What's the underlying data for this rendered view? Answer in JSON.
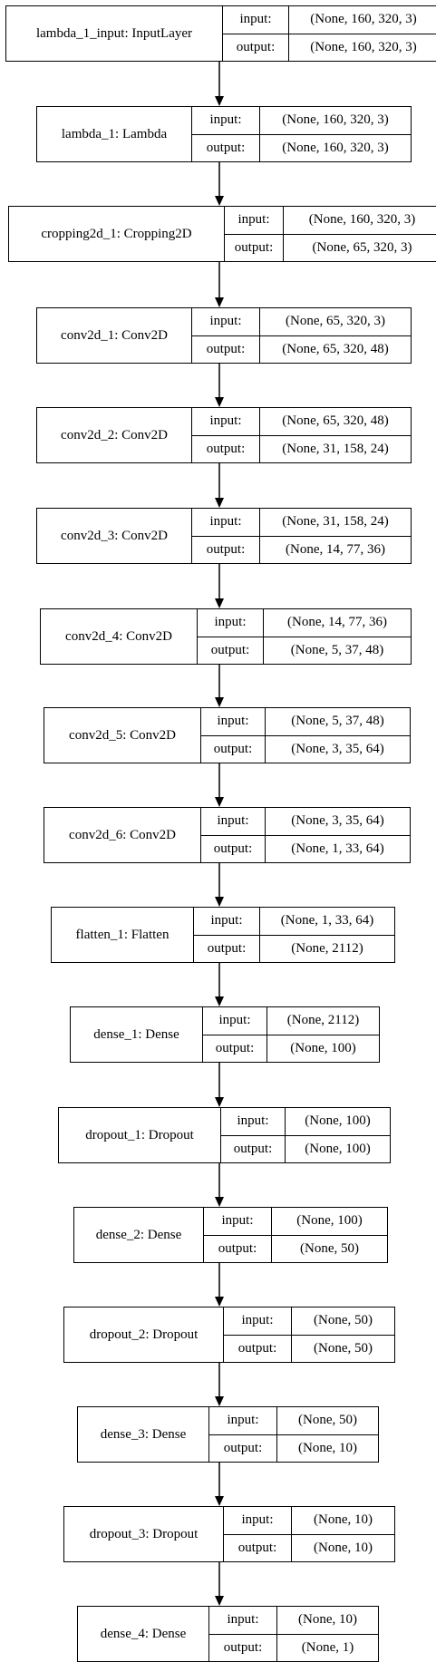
{
  "diagram": {
    "labels": {
      "input": "input:",
      "output": "output:"
    },
    "layers": [
      {
        "name": "lambda_1_input: InputLayer",
        "input": "(None, 160, 320, 3)",
        "output": "(None, 160, 320, 3)"
      },
      {
        "name": "lambda_1: Lambda",
        "input": "(None, 160, 320, 3)",
        "output": "(None, 160, 320, 3)"
      },
      {
        "name": "cropping2d_1: Cropping2D",
        "input": "(None, 160, 320, 3)",
        "output": "(None, 65, 320, 3)"
      },
      {
        "name": "conv2d_1: Conv2D",
        "input": "(None, 65, 320, 3)",
        "output": "(None, 65, 320, 48)"
      },
      {
        "name": "conv2d_2: Conv2D",
        "input": "(None, 65, 320, 48)",
        "output": "(None, 31, 158, 24)"
      },
      {
        "name": "conv2d_3: Conv2D",
        "input": "(None, 31, 158, 24)",
        "output": "(None, 14, 77, 36)"
      },
      {
        "name": "conv2d_4: Conv2D",
        "input": "(None, 14, 77, 36)",
        "output": "(None, 5, 37, 48)"
      },
      {
        "name": "conv2d_5: Conv2D",
        "input": "(None, 5, 37, 48)",
        "output": "(None, 3, 35, 64)"
      },
      {
        "name": "conv2d_6: Conv2D",
        "input": "(None, 3, 35, 64)",
        "output": "(None, 1, 33, 64)"
      },
      {
        "name": "flatten_1: Flatten",
        "input": "(None, 1, 33, 64)",
        "output": "(None, 2112)"
      },
      {
        "name": "dense_1: Dense",
        "input": "(None, 2112)",
        "output": "(None, 100)"
      },
      {
        "name": "dropout_1: Dropout",
        "input": "(None, 100)",
        "output": "(None, 100)"
      },
      {
        "name": "dense_2: Dense",
        "input": "(None, 100)",
        "output": "(None, 50)"
      },
      {
        "name": "dropout_2: Dropout",
        "input": "(None, 50)",
        "output": "(None, 50)"
      },
      {
        "name": "dense_3: Dense",
        "input": "(None, 50)",
        "output": "(None, 10)"
      },
      {
        "name": "dropout_3: Dropout",
        "input": "(None, 10)",
        "output": "(None, 10)"
      },
      {
        "name": "dense_4: Dense",
        "input": "(None, 10)",
        "output": "(None, 1)"
      }
    ]
  }
}
